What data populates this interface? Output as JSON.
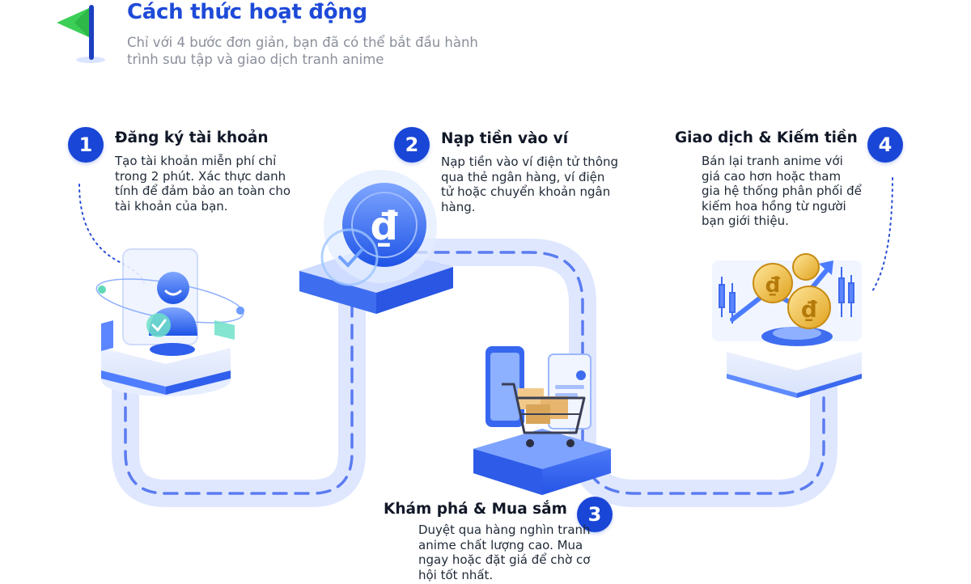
{
  "header": {
    "title": "Cách thức hoạt động",
    "subtitle": "Chỉ với 4 bước đơn giản, bạn đã có thể bắt đầu hành trình sưu tập và giao dịch tranh anime"
  },
  "steps": [
    {
      "number": "1",
      "title": "Đăng ký tài khoản",
      "description": "Tạo tài khoản miễn phí chỉ trong 2 phút. Xác thực danh tính để đảm bảo an toàn cho tài khoản của bạn.",
      "icon": "user-profile-icon"
    },
    {
      "number": "2",
      "title": "Nạp tiền vào ví",
      "description": "Nạp tiền vào ví điện tử thông qua thẻ ngân hàng, ví điện tử hoặc chuyển khoản ngân hàng.",
      "icon": "dong-coin-icon"
    },
    {
      "number": "3",
      "title": "Khám phá & Mua sắm",
      "description": "Duyệt qua hàng nghìn tranh anime chất lượng cao. Mua ngay hoặc đặt giá để chờ cơ hội tốt nhất.",
      "icon": "shopping-cart-icon"
    },
    {
      "number": "4",
      "title": "Giao dịch & Kiếm tiền",
      "description": "Bán lại tranh anime với giá cao hơn hoặc tham gia hệ thống phân phối để kiếm hoa hồng từ người bạn giới thiệu.",
      "icon": "coins-chart-icon"
    }
  ],
  "colors": {
    "accent": "#1946d6",
    "path": "#dfe7ff",
    "dash": "#5b7cf0"
  }
}
